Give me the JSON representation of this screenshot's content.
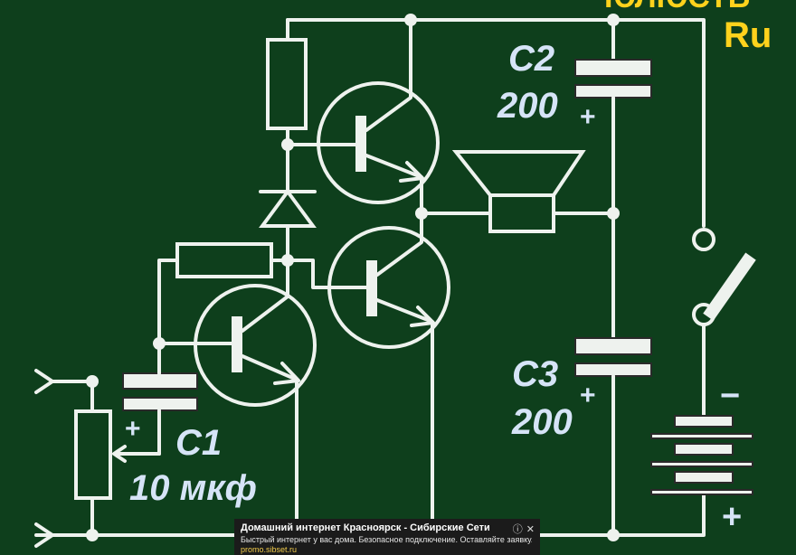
{
  "brand": {
    "partial": "ЮЛЮСТЬ",
    "suffix": "Ru"
  },
  "labels": {
    "c1_name": "C1",
    "c1_value": "10 мкф",
    "c2_name": "C2",
    "c2_value": "200",
    "c3_name": "C3",
    "c3_value": "200",
    "plus": "+",
    "minus": "−"
  },
  "ad": {
    "title": "Домашний интернет Красноярск - Сибирские Сети",
    "description": "Быстрый интернет у вас дома. Безопасное подключение. Оставляйте заявку...",
    "url": "promo.sibset.ru",
    "info_icon": "info-icon",
    "close_icon": "close-icon"
  },
  "colors": {
    "background": "#0e3f1c",
    "wire": "#eef2ee",
    "label": "#d6e4f7",
    "brand": "#ffd21c"
  }
}
